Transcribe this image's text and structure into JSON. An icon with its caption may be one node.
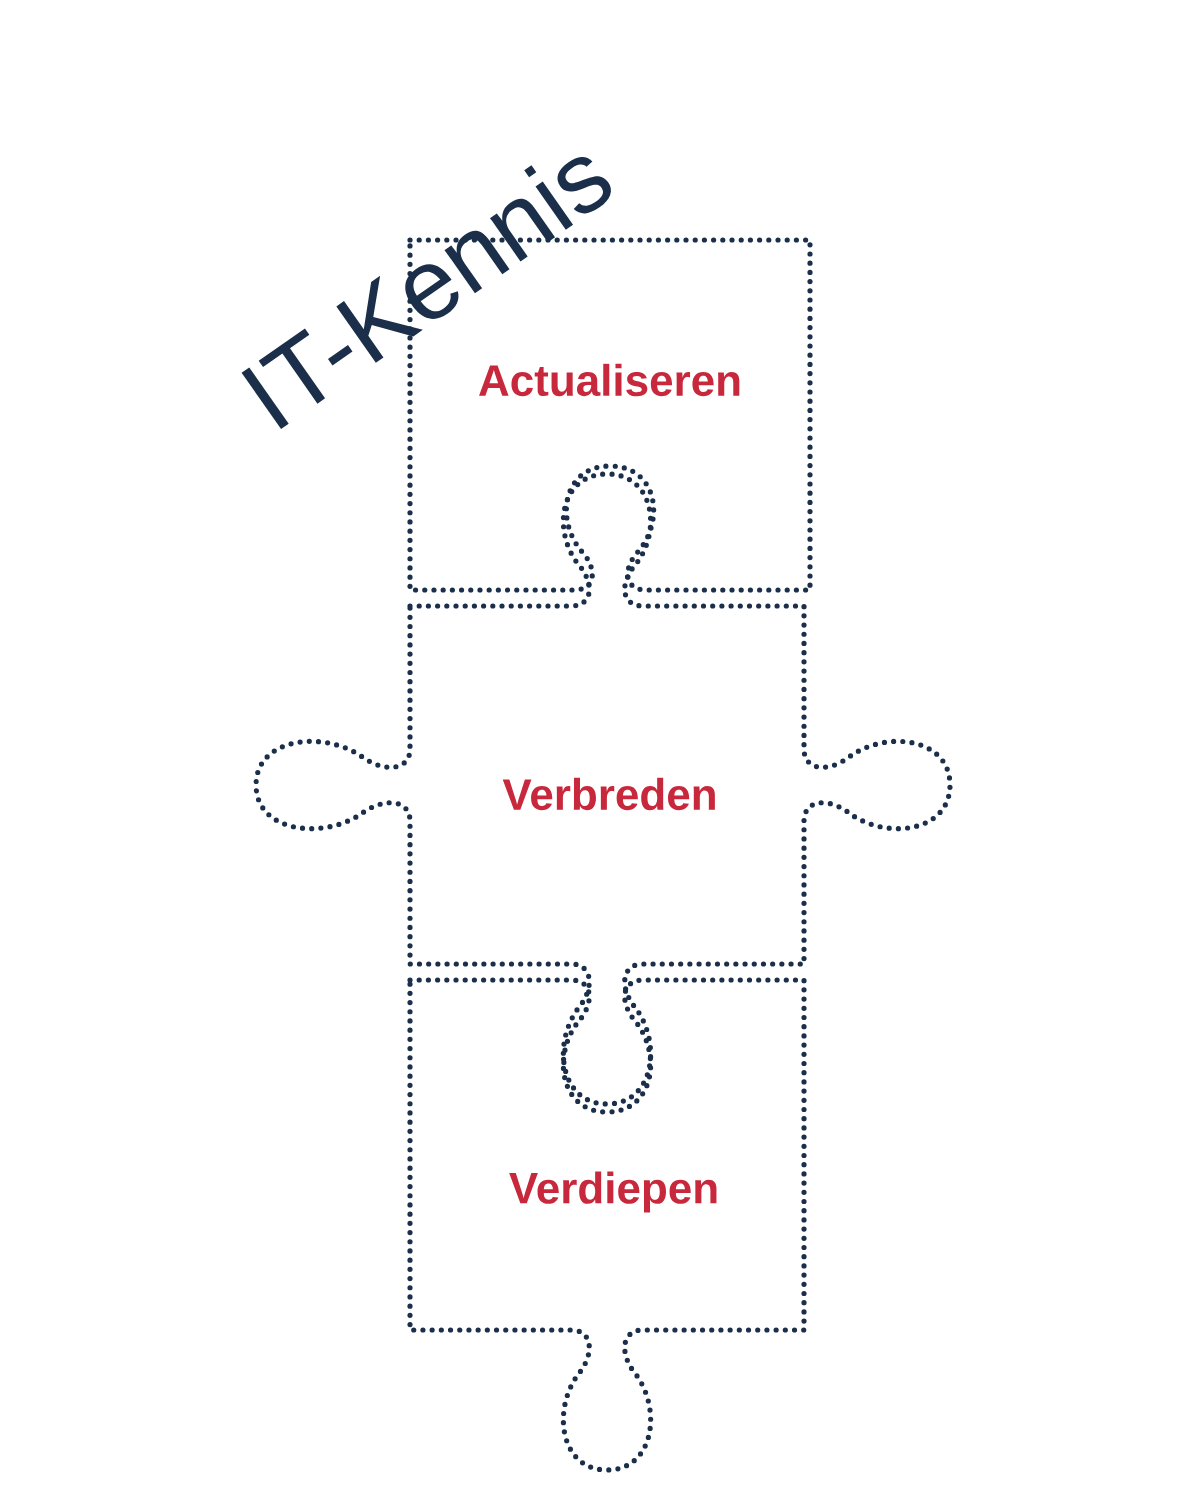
{
  "diagram": {
    "title": "IT-Kennis",
    "nodes": [
      {
        "text": [
          "Actualiseren"
        ]
      },
      {
        "text": [
          "Verbreden"
        ]
      },
      {
        "text": [
          "Verdiepen"
        ]
      }
    ]
  }
}
